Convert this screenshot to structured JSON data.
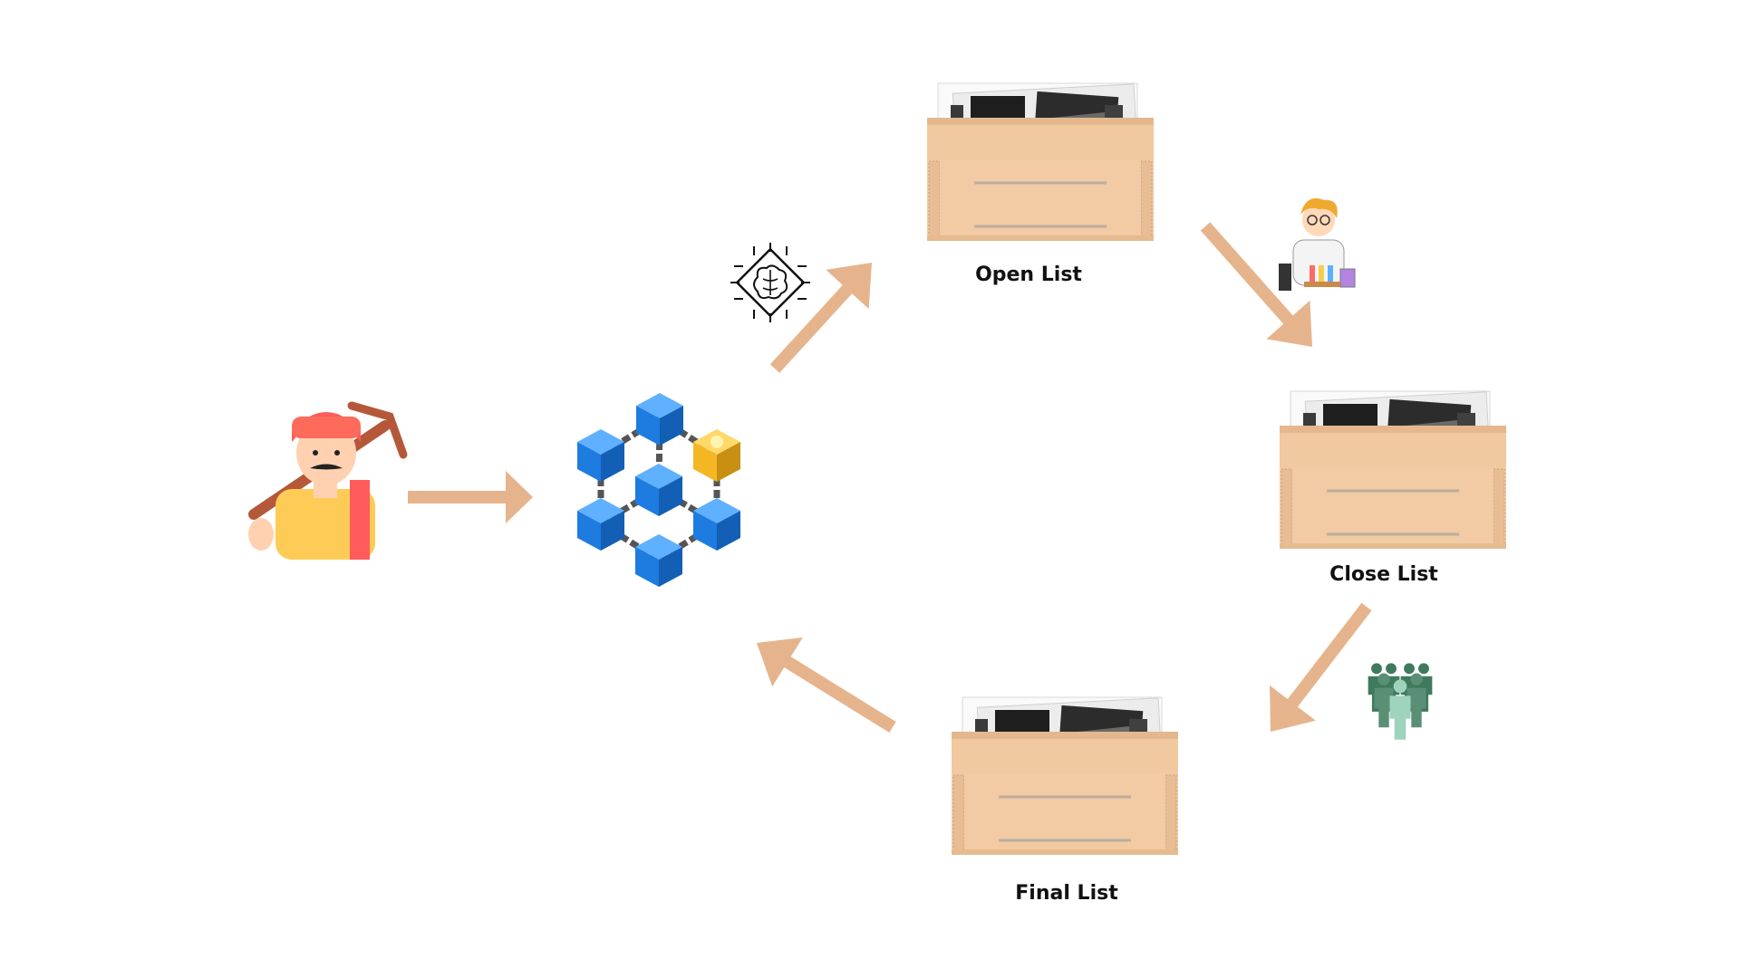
{
  "colors": {
    "arrow": "#e6b48c",
    "box": "#f1c9a0",
    "box_dark": "#d9a77a",
    "block_blue": "#1e7be0",
    "block_gold": "#f3b724",
    "people": "#5a8f76"
  },
  "nodes": [
    {
      "id": "worker",
      "icon": "worker-with-pickaxe-icon"
    },
    {
      "id": "blockchain",
      "icon": "blockchain-network-icon"
    },
    {
      "id": "open",
      "icon": "photo-box-icon",
      "label": "Open List"
    },
    {
      "id": "close",
      "icon": "photo-box-icon",
      "label": "Close List"
    },
    {
      "id": "final",
      "icon": "photo-box-icon",
      "label": "Final List"
    }
  ],
  "edge_icons": [
    {
      "icon": "ai-brain-chip-icon"
    },
    {
      "icon": "scientist-icon"
    },
    {
      "icon": "crowd-icon"
    }
  ]
}
